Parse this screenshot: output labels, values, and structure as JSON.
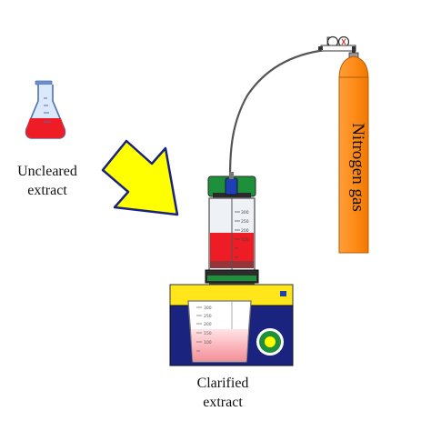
{
  "labels": {
    "uncleared_line1": "Uncleared",
    "uncleared_line2": "extract",
    "clarified_line1": "Clarified",
    "clarified_line2": "extract",
    "nitrogen": "Nitrogen gas"
  },
  "filter_scale_ticks": [
    "300",
    "250",
    "200",
    "150"
  ],
  "beaker_scale_ticks": [
    "300",
    "250",
    "200",
    "150",
    "100"
  ],
  "colors": {
    "extract_red": "#ee1c25",
    "clarified_pink": "#f7a1a8",
    "cylinder_orange": "#ff8c1a",
    "arrow_yellow": "#ffff00",
    "base_yellow": "#ffe61a",
    "base_navy": "#1a237e",
    "cap_green": "#1e8f3a",
    "cap_blue": "#1f3fb4"
  }
}
